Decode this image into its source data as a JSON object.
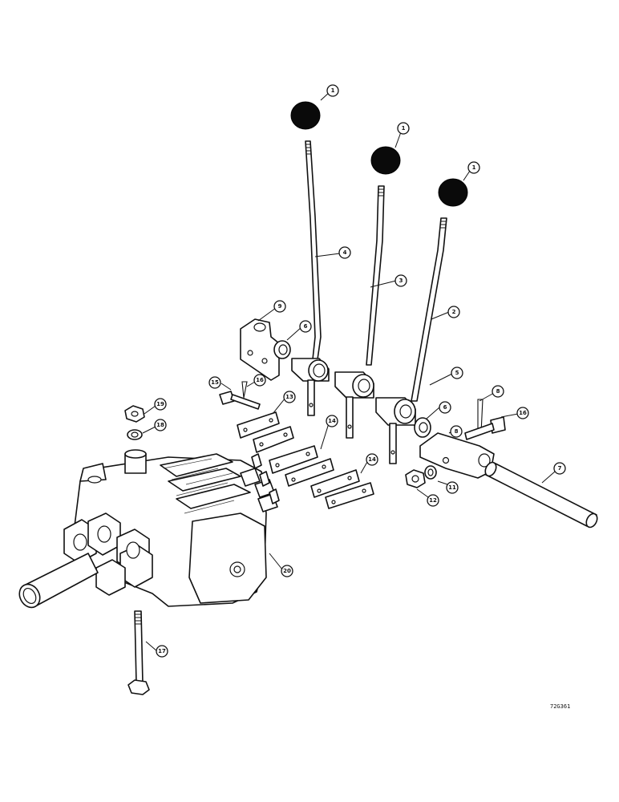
{
  "drawing_id": "72G361",
  "callouts": [
    {
      "id": "c1a",
      "label": "1"
    },
    {
      "id": "c1b",
      "label": "1"
    },
    {
      "id": "c1c",
      "label": "1"
    },
    {
      "id": "c2",
      "label": "2"
    },
    {
      "id": "c3",
      "label": "3"
    },
    {
      "id": "c4",
      "label": "4"
    },
    {
      "id": "c5",
      "label": "5"
    },
    {
      "id": "c6a",
      "label": "6"
    },
    {
      "id": "c6b",
      "label": "6"
    },
    {
      "id": "c7",
      "label": "7"
    },
    {
      "id": "c8a",
      "label": "8"
    },
    {
      "id": "c8b",
      "label": "8"
    },
    {
      "id": "c9",
      "label": "9"
    },
    {
      "id": "c11",
      "label": "11"
    },
    {
      "id": "c12",
      "label": "12"
    },
    {
      "id": "c13",
      "label": "13"
    },
    {
      "id": "c14a",
      "label": "14"
    },
    {
      "id": "c14b",
      "label": "14"
    },
    {
      "id": "c15",
      "label": "15"
    },
    {
      "id": "c16a",
      "label": "16"
    },
    {
      "id": "c16b",
      "label": "16"
    },
    {
      "id": "c17",
      "label": "17"
    },
    {
      "id": "c18",
      "label": "18"
    },
    {
      "id": "c19",
      "label": "19"
    },
    {
      "id": "c20",
      "label": "20"
    }
  ]
}
